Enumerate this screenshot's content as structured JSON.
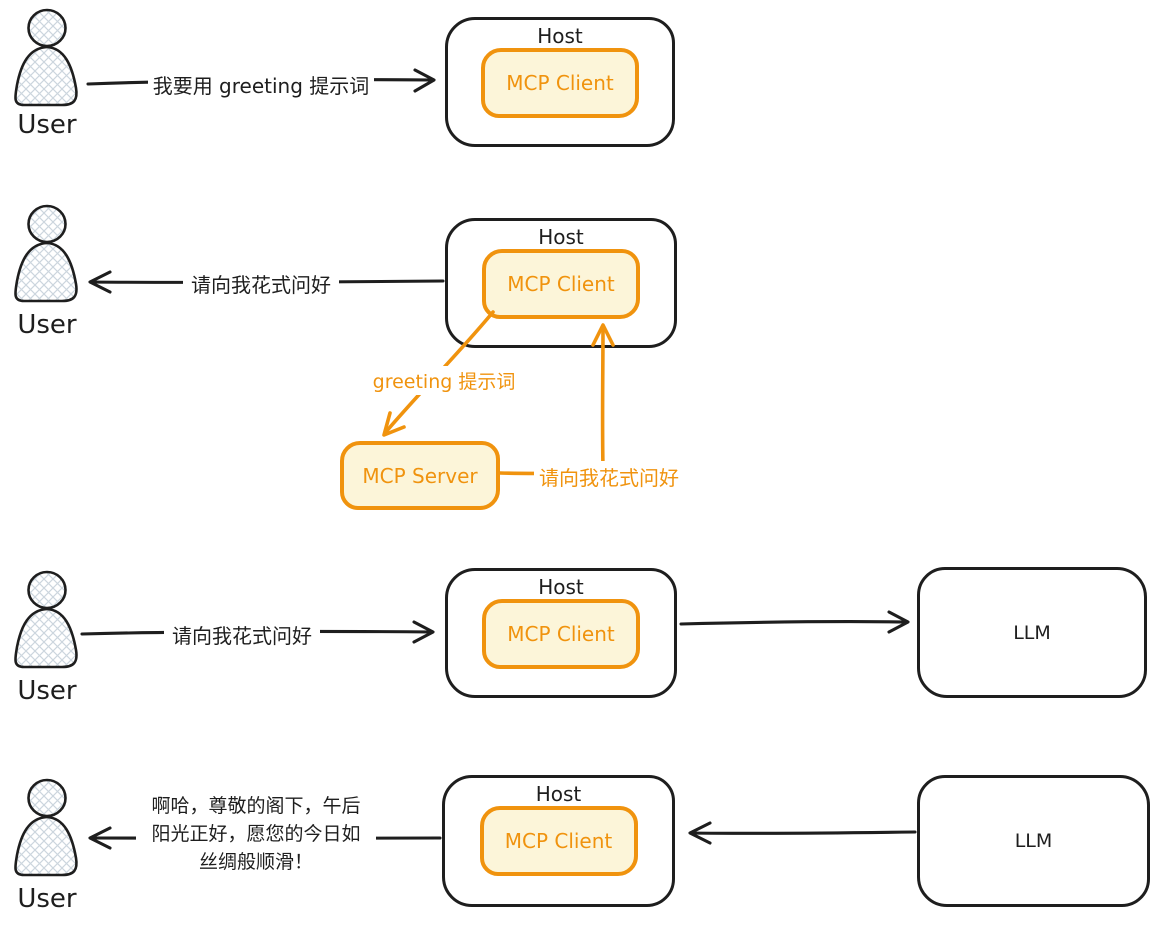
{
  "diagram": {
    "colors": {
      "ink": "#1e1e1e",
      "accent_orange": "#f0930e",
      "client_fill": "#fcf5d9",
      "hatch": "#ccd6de"
    },
    "actors": {
      "user": "User",
      "host": "Host",
      "mcp_client": "MCP Client",
      "mcp_server": "MCP Server",
      "llm": "LLM"
    },
    "messages": {
      "use_greeting_prompt": "我要用 greeting 提示词",
      "ask_fancy_greeting": "请向我花式问好",
      "greeting_prompt": "greeting 提示词",
      "llm_reply": [
        "啊哈，尊敬的阁下，午后",
        "阳光正好，愿您的今日如",
        "丝绸般顺滑！"
      ]
    }
  }
}
